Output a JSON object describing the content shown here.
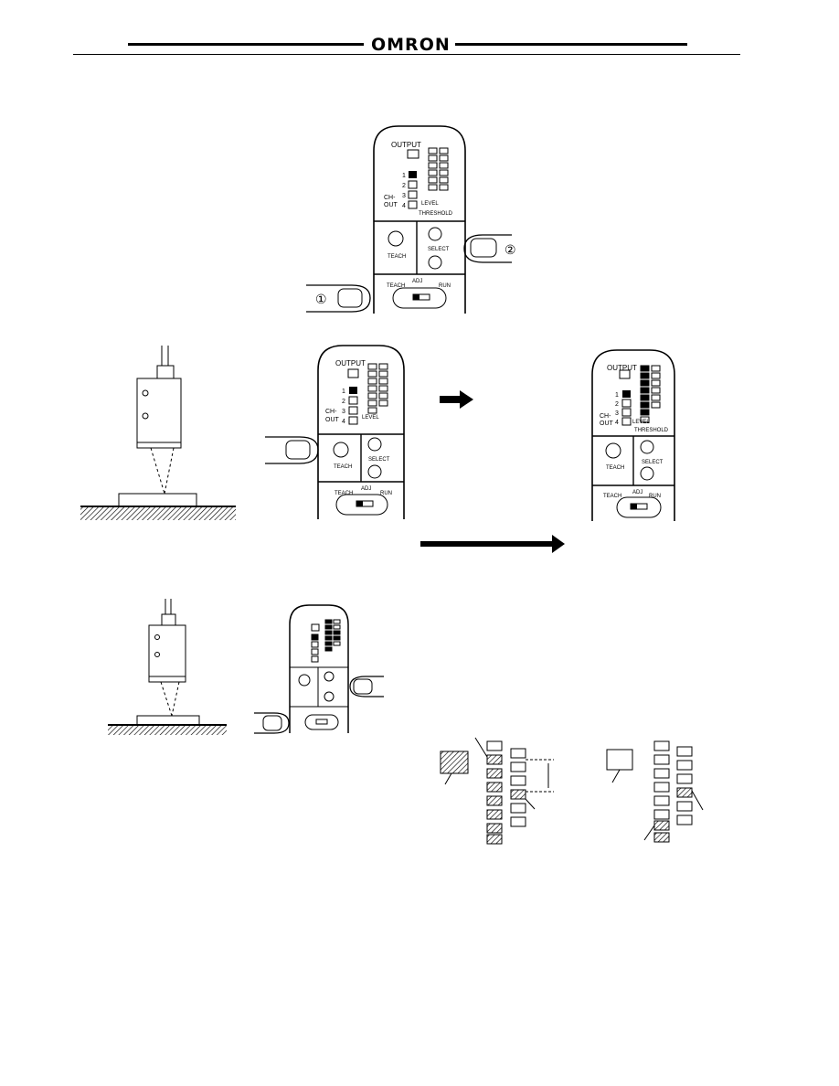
{
  "header": {
    "brand": "OMRON"
  },
  "panel": {
    "output": "OUTPUT",
    "ch_out": [
      "CH-",
      "OUT"
    ],
    "channels": [
      "1",
      "2",
      "3",
      "4"
    ],
    "level": "LEVEL",
    "threshold": "THRESHOLD",
    "teach": "TEACH",
    "select": "SELECT",
    "adj": "ADJ",
    "run": "RUN",
    "finger_one": "①",
    "finger_two": "②"
  }
}
